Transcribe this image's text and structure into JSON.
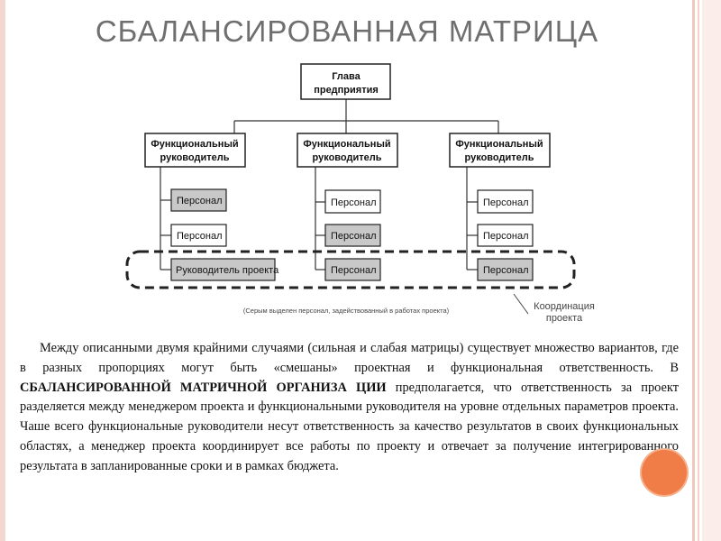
{
  "title": "СБАЛАНСИРОВАННАЯ  МАТРИЦА",
  "diagram": {
    "head": [
      "Глава",
      "предприятия"
    ],
    "functional_manager": [
      "Функциональный",
      "руководитель"
    ],
    "columns": [
      {
        "rows": [
          "Персонал",
          "Персонал",
          "Руководитель проекта"
        ],
        "shaded": [
          true,
          false,
          true
        ]
      },
      {
        "rows": [
          "Персонал",
          "Персонал",
          "Персонал"
        ],
        "shaded": [
          false,
          true,
          true
        ]
      },
      {
        "rows": [
          "Персонал",
          "Персонал",
          "Персонал"
        ],
        "shaded": [
          false,
          false,
          true
        ]
      }
    ],
    "note": "(Серым выделен персонал, задействованный в работах проекта)",
    "coordination": [
      "Координация",
      "проекта"
    ]
  },
  "body": {
    "part1": "Между описанными двумя крайними случаями (сильная и слабая матрицы) существует множество вариантов, где в разных пропорциях могут быть «смешаны» проектная и функциональная ответственность. В ",
    "bold": "СБАЛАНСИРОВАННОЙ МАТРИЧНОЙ ОРГАНИЗА ЦИИ",
    "part2": " предполагается, что ответственность за проект разделяется между менеджером проекта и функциональными руководителя на уровне отдельных параметров проекта. Чаше всего функциональные руководители несут ответственность за качество результатов в своих функциональных областях, а менеджер проекта координирует все работы по проекту и отвечает за получение интегрированного результата в запланированные сроки  и в рамках бюджета."
  },
  "colors": {
    "title": "#6f6f6f",
    "shaded_box": "#c8c8c8",
    "accent_circle": "#f07d48",
    "frame": "#f0c8bc"
  }
}
